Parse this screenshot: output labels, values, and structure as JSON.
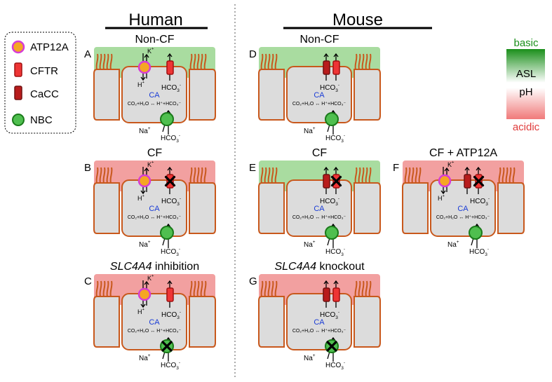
{
  "headers": {
    "human": "Human",
    "mouse": "Mouse"
  },
  "legend": {
    "items": [
      {
        "key": "atp12a",
        "label": "ATP12A"
      },
      {
        "key": "cftr",
        "label": "CFTR"
      },
      {
        "key": "cacc",
        "label": "CaCC"
      },
      {
        "key": "nbc",
        "label": "NBC"
      }
    ]
  },
  "ph_scale": {
    "top": "basic",
    "mid1": "ASL",
    "mid2": "pH",
    "bottom": "acidic",
    "top_color": "#1a8f1a",
    "bottom_color": "#e03c3c"
  },
  "colors": {
    "basic": "#a9dca0",
    "acidic": "#f2a0a0",
    "cell_fill": "#dcdcdc",
    "cell_stroke": "#c8581c",
    "atp12a_fill": "#f5a623",
    "atp12a_ring": "#d63cd6",
    "cftr_fill": "#ee3535",
    "cacc_fill": "#b81c1c",
    "nbc_fill": "#4fbf4f",
    "ca_text": "#1a3cd6"
  },
  "labels": {
    "k": "K",
    "k_sup": "+",
    "h": "H",
    "h_sup": "+",
    "na": "Na",
    "na_sup": "+",
    "hco3": "HCO",
    "hco3_sub": "3",
    "hco3_sup": "-",
    "ca": "CA",
    "reaction": "CO₂+H₂O ↔ H⁺+HCO₃⁻",
    "block": "X"
  },
  "panels": [
    {
      "id": "A",
      "title": "Non-CF",
      "title_italic": "",
      "asl": "basic",
      "atp12a": true,
      "cacc": false,
      "cftr_blocked": false,
      "nbc_blocked": false
    },
    {
      "id": "B",
      "title": "CF",
      "title_italic": "",
      "asl": "acidic",
      "atp12a": true,
      "cacc": false,
      "cftr_blocked": true,
      "nbc_blocked": false
    },
    {
      "id": "C",
      "title": " inhibition",
      "title_italic": "SLC4A4",
      "asl": "acidic",
      "atp12a": true,
      "cacc": false,
      "cftr_blocked": false,
      "nbc_blocked": true
    },
    {
      "id": "D",
      "title": "Non-CF",
      "title_italic": "",
      "asl": "basic",
      "atp12a": false,
      "cacc": true,
      "cftr_blocked": false,
      "nbc_blocked": false
    },
    {
      "id": "E",
      "title": "CF",
      "title_italic": "",
      "asl": "basic",
      "atp12a": false,
      "cacc": true,
      "cftr_blocked": true,
      "nbc_blocked": false
    },
    {
      "id": "F",
      "title": "CF + ATP12A",
      "title_italic": "",
      "asl": "acidic",
      "atp12a": true,
      "cacc": true,
      "cftr_blocked": true,
      "nbc_blocked": false
    },
    {
      "id": "G",
      "title": " knockout",
      "title_italic": "SLC4A4",
      "asl": "acidic",
      "atp12a": false,
      "cacc": true,
      "cftr_blocked": false,
      "nbc_blocked": true
    }
  ]
}
